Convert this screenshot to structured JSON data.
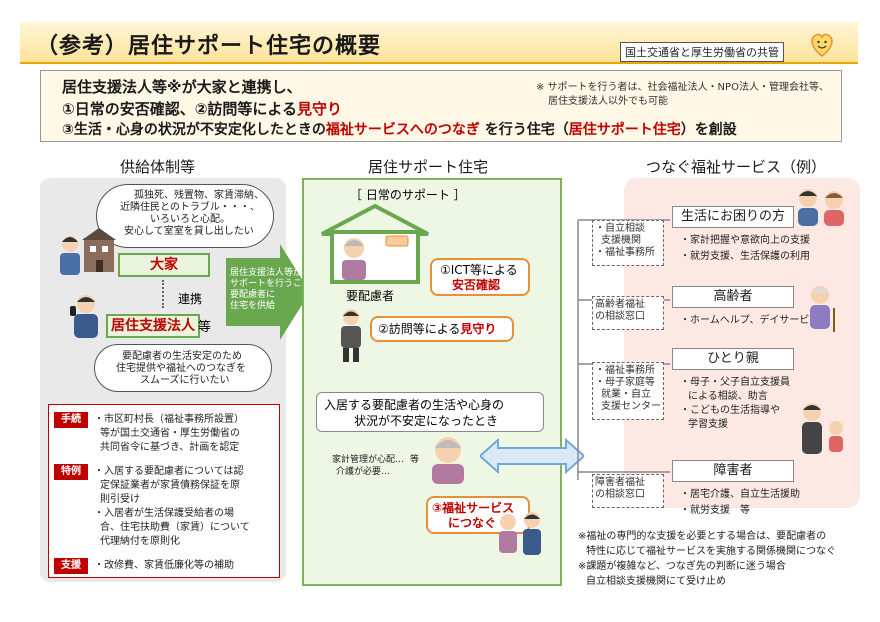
{
  "header": {
    "title": "（参考）居住サポート住宅の概要",
    "ministry": "国土交通省と厚生労働省の共管"
  },
  "intro": {
    "line1": "居住支援法人等※が大家と連携し、",
    "line2a": "①日常の安否確認、②訪問等による",
    "line2b": "見守り",
    "line3a": "③生活・心身の状況が不安定化したときの",
    "line3b": "福祉サービスへのつなぎ",
    "line3c": "を行う住宅（",
    "line3d": "居住サポート住宅",
    "line3e": "）を創設",
    "note1": "※ サポートを行う者は、社会福祉法人・NPO法人・管理会社等、",
    "note2": "居住支援法人以外でも可能"
  },
  "left": {
    "heading": "供給体制等",
    "cloud1": [
      "孤独死、残置物、家賃滞納、",
      "近隣住民とのトラブル・・・、",
      "いろいろと心配。",
      "安心して室室を貸し出したい"
    ],
    "landlord": "大家",
    "link": "連携",
    "support_corp": "居住支援法人",
    "support_corp_suffix": "等",
    "cloud2": [
      "要配慮者の生活安定のため",
      "住宅提供や福祉へのつなぎを",
      "スムーズに行いたい"
    ],
    "tags": [
      "手続",
      "特例",
      "支援"
    ],
    "proc_lines": [
      "・市区町村長（福祉事務所設置）",
      "等が国土交通省・厚生労働省の",
      "共同省令に基づき、計画を認定"
    ],
    "special_lines": [
      "・入居する要配慮者については認",
      "定保証業者が家賃債務保証を原",
      "則引受け",
      "・入居者が生活保護受給者の場",
      "合、住宅扶助費（家賃）について",
      "代理納付を原則化"
    ],
    "support_line": "・改修費、家賃低廉化等の補助"
  },
  "arrow": {
    "text": [
      "居住支援法人等が",
      "サポートを行うことで",
      "要配慮者に",
      "住宅を供給"
    ]
  },
  "middle": {
    "heading": "居住サポート住宅",
    "daily": "日常のサポート",
    "resident": "要配慮者",
    "ict_a": "①ICT等による",
    "ict_b": "安否確認",
    "visit_a": "②訪問等による",
    "visit_b": "見守り",
    "unstable": [
      "入居する要配慮者の生活や心身の",
      "状況が不安定になったとき"
    ],
    "worry": [
      "家計管理が心配…",
      "介護が必要…",
      "等"
    ],
    "connect_a": "③福祉サービス",
    "connect_b": "につなぐ"
  },
  "right": {
    "heading": "つなぐ福祉サービス（例）",
    "agencies": [
      [
        "・自立相談",
        "支援機関",
        "・福祉事務所"
      ],
      [
        "高齢者福祉",
        "の相談窓口"
      ],
      [
        "・福祉事務所",
        "・母子家庭等",
        "就業・自立",
        "支援センター"
      ],
      [
        "障害者福祉",
        "の相談窓口"
      ]
    ],
    "services": [
      {
        "title": "生活にお困りの方",
        "items": [
          "・家計把握や意欲向上の支援",
          "・就労支援、生活保護の利用"
        ]
      },
      {
        "title": "高齢者",
        "items": [
          "・ホームヘルプ、デイサービス"
        ]
      },
      {
        "title": "ひとり親",
        "items": [
          "・母子・父子自立支援員",
          "による相談、助言",
          "・こどもの生活指導や",
          "学習支援"
        ]
      },
      {
        "title": "障害者",
        "items": [
          "・居宅介護、自立生活援助",
          "・就労支援　等"
        ]
      }
    ],
    "footnotes": [
      "※福祉の専門的な支援を必要とする場合は、要配慮者の",
      "特性に応じて福祉サービスを実施する関係機関につなぐ",
      "※課題が複雑など、つなぎ先の判断に迷う場合",
      "自立相談支援機関にて受け止め"
    ]
  }
}
